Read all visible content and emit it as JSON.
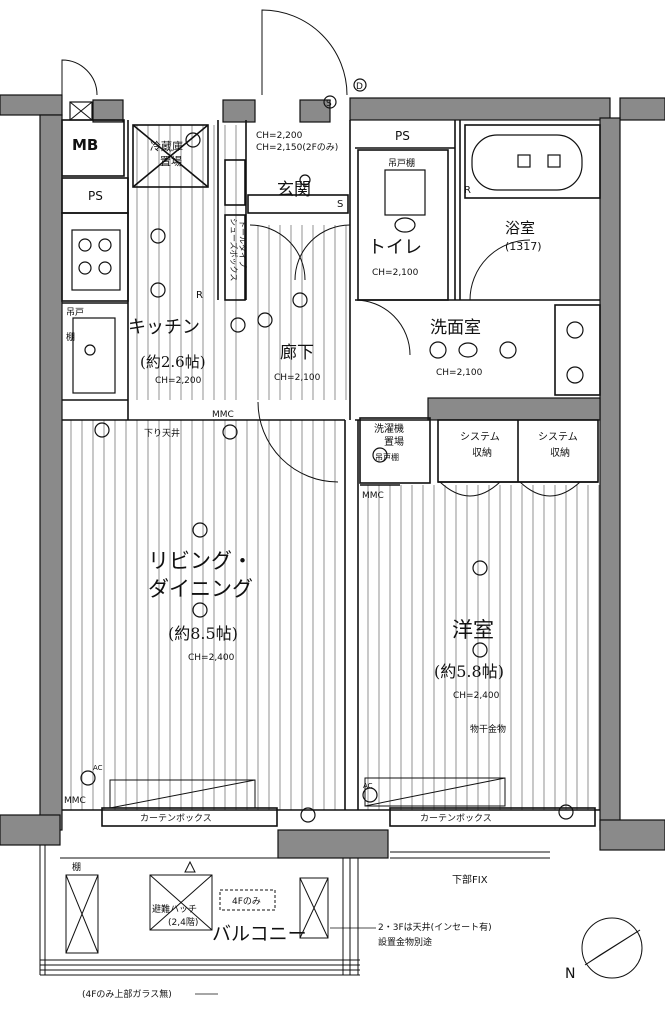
{
  "rooms": {
    "mb": "MB",
    "ps_left": "PS",
    "ps_right": "PS",
    "fridge": [
      "冷蔵庫",
      "置場"
    ],
    "entrance": "玄関",
    "entrance_ch": [
      "CH=2,200",
      "CH=2,150(2Fのみ)"
    ],
    "shoebox": "シューズボックス",
    "tall_storage": "トールタイプ",
    "toilet": "トイレ",
    "toilet_ch": "CH=2,100",
    "cabinet": "吊戸棚",
    "bath": "浴室",
    "bath_size": "(1317)",
    "kitchen": "キッチン",
    "kitchen_size": "(約2.6帖)",
    "kitchen_ch": "CH=2,200",
    "hall": "廊下",
    "hall_ch": "CH=2,100",
    "washroom": "洗面室",
    "washroom_ch": "CH=2,100",
    "hanging_shelf": [
      "吊戸",
      "棚"
    ],
    "washer": [
      "洗濯機",
      "置場"
    ],
    "washer_sub": "吊戸棚",
    "system_storage": [
      "システム",
      "収納"
    ],
    "living_line1": "リビング・",
    "living_line2": "ダイニング",
    "living_size": "(約8.5帖)",
    "living_ch": "CH=2,400",
    "western": "洋室",
    "western_size": "(約5.8帖)",
    "western_ch": "CH=2,400",
    "dropped_ceiling": "下り天井",
    "drying_hardware": "物干金物",
    "curtain_box": "カーテンボックス",
    "lower_fix": "下部FIX",
    "balcony": "バルコニー",
    "hatch": [
      "避難ハッチ",
      "(2,4階)"
    ],
    "floor4_only": "4Fのみ",
    "balcony_note": [
      "2・3Fは天井(インセート有)",
      "設置金物別途"
    ],
    "glass_note": "(4Fのみ上部ガラス無)",
    "shelf": "棚",
    "mmc": "MMC",
    "ac": "AC",
    "s_mark": "S",
    "d_mark": "D",
    "r_mark": "R",
    "compass": "N"
  },
  "colors": {
    "wall": "#8a8a8a",
    "line": "#111111",
    "grid": "#666666",
    "paper": "#ffffff"
  }
}
